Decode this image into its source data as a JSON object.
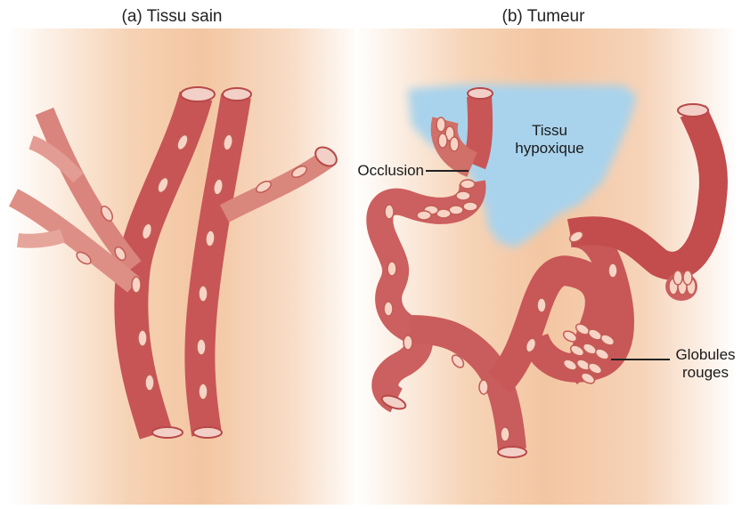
{
  "panels": {
    "healthy": {
      "title": "(a) Tissu sain"
    },
    "tumor": {
      "title": "(b) Tumeur"
    }
  },
  "labels": {
    "hypoxic_line1": "Tissu",
    "hypoxic_line2": "hypoxique",
    "occlusion": "Occlusion",
    "rbc_line1": "Globules",
    "rbc_line2": "rouges"
  },
  "colors": {
    "vessel": "#cd5a5a",
    "vessel_dark": "#b83b3b",
    "vessel_light": "#e8a29a",
    "cell_fill": "#f7d4c6",
    "cell_stroke": "#c25d55",
    "hypoxia": "#a9d3ec",
    "tissue": "#f3c6a2"
  }
}
